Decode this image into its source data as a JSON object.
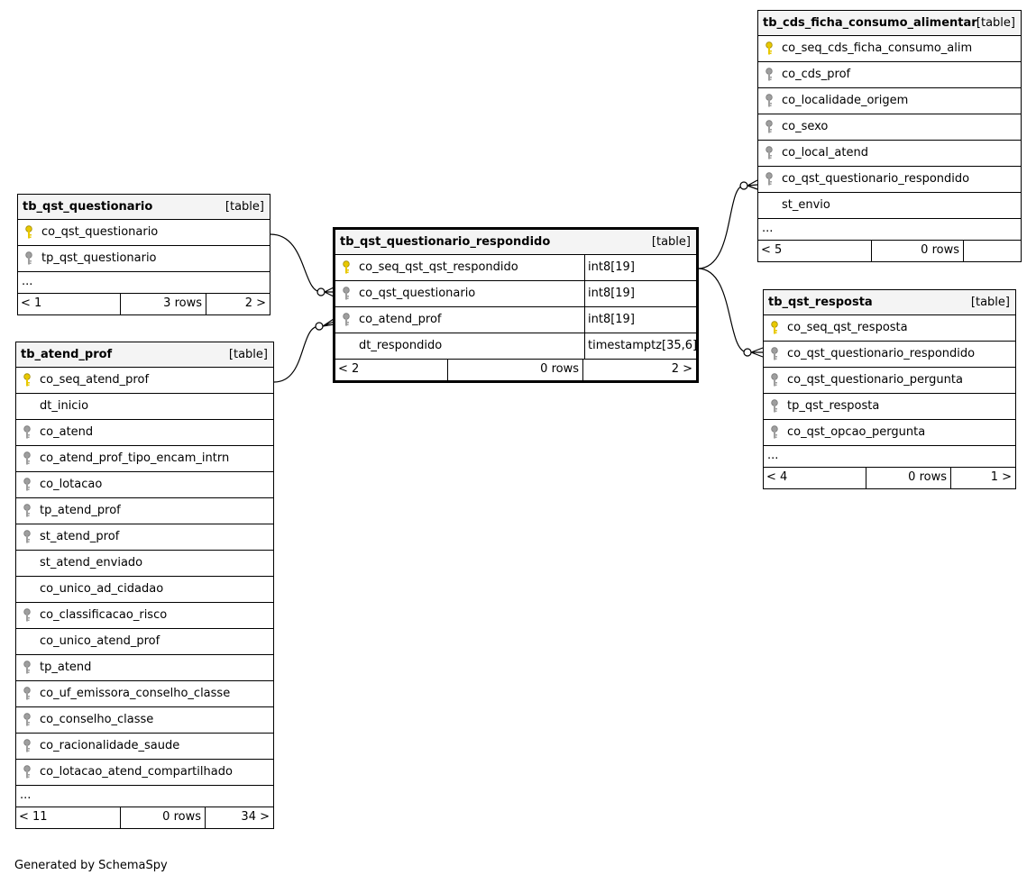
{
  "type_label": "[table]",
  "colors": {
    "pk_key": "#e8c800",
    "fk_key": "#9e9e9e",
    "header_bg": "#f4f4f4",
    "border": "#000000"
  },
  "tables": {
    "questionario": {
      "name": "tb_qst_questionario",
      "columns": [
        {
          "name": "co_qst_questionario",
          "key": "pk"
        },
        {
          "name": "tp_qst_questionario",
          "key": "fk"
        }
      ],
      "ellipsis": "...",
      "footer": [
        "< 1",
        "3 rows",
        "2 >"
      ]
    },
    "atend_prof": {
      "name": "tb_atend_prof",
      "columns": [
        {
          "name": "co_seq_atend_prof",
          "key": "pk"
        },
        {
          "name": "dt_inicio",
          "key": ""
        },
        {
          "name": "co_atend",
          "key": "fk"
        },
        {
          "name": "co_atend_prof_tipo_encam_intrn",
          "key": "fk"
        },
        {
          "name": "co_lotacao",
          "key": "fk"
        },
        {
          "name": "tp_atend_prof",
          "key": "fk"
        },
        {
          "name": "st_atend_prof",
          "key": "fk"
        },
        {
          "name": "st_atend_enviado",
          "key": ""
        },
        {
          "name": "co_unico_ad_cidadao",
          "key": ""
        },
        {
          "name": "co_classificacao_risco",
          "key": "fk"
        },
        {
          "name": "co_unico_atend_prof",
          "key": ""
        },
        {
          "name": "tp_atend",
          "key": "fk"
        },
        {
          "name": "co_uf_emissora_conselho_classe",
          "key": "fk"
        },
        {
          "name": "co_conselho_classe",
          "key": "fk"
        },
        {
          "name": "co_racionalidade_saude",
          "key": "fk"
        },
        {
          "name": "co_lotacao_atend_compartilhado",
          "key": "fk"
        }
      ],
      "ellipsis": "...",
      "footer": [
        "< 11",
        "0 rows",
        "34 >"
      ]
    },
    "respondido": {
      "name": "tb_qst_questionario_respondido",
      "columns": [
        {
          "name": "co_seq_qst_qst_respondido",
          "type": "int8[19]",
          "key": "pk"
        },
        {
          "name": "co_qst_questionario",
          "type": "int8[19]",
          "key": "fk"
        },
        {
          "name": "co_atend_prof",
          "type": "int8[19]",
          "key": "fk"
        },
        {
          "name": "dt_respondido",
          "type": "timestamptz[35,6]",
          "key": ""
        }
      ],
      "footer": [
        "< 2",
        "0 rows",
        "2 >"
      ]
    },
    "ficha": {
      "name": "tb_cds_ficha_consumo_alimentar",
      "columns": [
        {
          "name": "co_seq_cds_ficha_consumo_alim",
          "key": "pk"
        },
        {
          "name": "co_cds_prof",
          "key": "fk"
        },
        {
          "name": "co_localidade_origem",
          "key": "fk"
        },
        {
          "name": "co_sexo",
          "key": "fk"
        },
        {
          "name": "co_local_atend",
          "key": "fk"
        },
        {
          "name": "co_qst_questionario_respondido",
          "key": "fk"
        },
        {
          "name": "st_envio",
          "key": ""
        }
      ],
      "ellipsis": "...",
      "footer": [
        "< 5",
        "0 rows",
        ""
      ]
    },
    "resposta": {
      "name": "tb_qst_resposta",
      "columns": [
        {
          "name": "co_seq_qst_resposta",
          "key": "pk"
        },
        {
          "name": "co_qst_questionario_respondido",
          "key": "fk"
        },
        {
          "name": "co_qst_questionario_pergunta",
          "key": "fk"
        },
        {
          "name": "tp_qst_resposta",
          "key": "fk"
        },
        {
          "name": "co_qst_opcao_pergunta",
          "key": "fk"
        }
      ],
      "ellipsis": "...",
      "footer": [
        "< 4",
        "0 rows",
        "1 >"
      ]
    }
  },
  "generated_by": "Generated by SchemaSpy"
}
